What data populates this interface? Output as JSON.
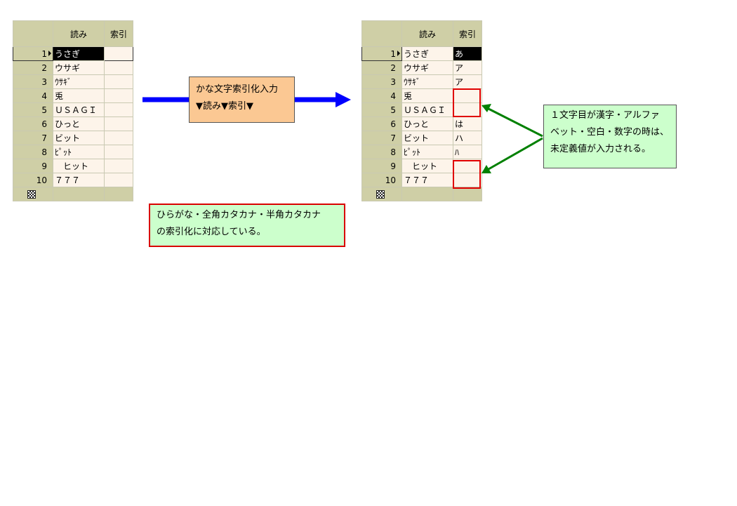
{
  "left_table": {
    "headers": {
      "yomi": "読み",
      "index": "索引"
    },
    "rows": [
      {
        "n": "1",
        "yomi": "うさぎ",
        "index": ""
      },
      {
        "n": "2",
        "yomi": "ウサギ",
        "index": ""
      },
      {
        "n": "3",
        "yomi": "ｳｻｷﾞ",
        "index": ""
      },
      {
        "n": "4",
        "yomi": "兎",
        "index": ""
      },
      {
        "n": "5",
        "yomi": "ＵＳＡＧＩ",
        "index": ""
      },
      {
        "n": "6",
        "yomi": "ひっと",
        "index": ""
      },
      {
        "n": "7",
        "yomi": "ビット",
        "index": ""
      },
      {
        "n": "8",
        "yomi": "ﾋﾟｯﾄ",
        "index": ""
      },
      {
        "n": "9",
        "yomi": "　ヒット",
        "index": ""
      },
      {
        "n": "10",
        "yomi": "７７７",
        "index": ""
      }
    ]
  },
  "right_table": {
    "headers": {
      "yomi": "読み",
      "index": "索引"
    },
    "rows": [
      {
        "n": "1",
        "yomi": "うさぎ",
        "index": "あ"
      },
      {
        "n": "2",
        "yomi": "ウサギ",
        "index": "ア"
      },
      {
        "n": "3",
        "yomi": "ｳｻｷﾞ",
        "index": "ア"
      },
      {
        "n": "4",
        "yomi": "兎",
        "index": ""
      },
      {
        "n": "5",
        "yomi": "ＵＳＡＧＩ",
        "index": ""
      },
      {
        "n": "6",
        "yomi": "ひっと",
        "index": "は"
      },
      {
        "n": "7",
        "yomi": "ビット",
        "index": "ハ"
      },
      {
        "n": "8",
        "yomi": "ﾋﾟｯﾄ",
        "index": "ﾊ"
      },
      {
        "n": "9",
        "yomi": "　ヒット",
        "index": ""
      },
      {
        "n": "10",
        "yomi": "７７７",
        "index": ""
      }
    ]
  },
  "callout_process": {
    "line1": "かな文字索引化入力",
    "line2": "▼読み▼索引▼"
  },
  "callout_note": {
    "line1": "１文字目が漢字・アルファ",
    "line2": "ベット・空白・数字の時は、",
    "line3": "未定義値が入力される。"
  },
  "callout_support": {
    "line1": "ひらがな・全角カタカナ・半角カタカナ",
    "line2": "の索引化に対応している。"
  },
  "colors": {
    "arrow_blue": "#0000ff",
    "arrow_green": "#008000",
    "highlight_red": "#e00000",
    "callout_orange": "#fbc893",
    "callout_green": "#ccffcc"
  }
}
